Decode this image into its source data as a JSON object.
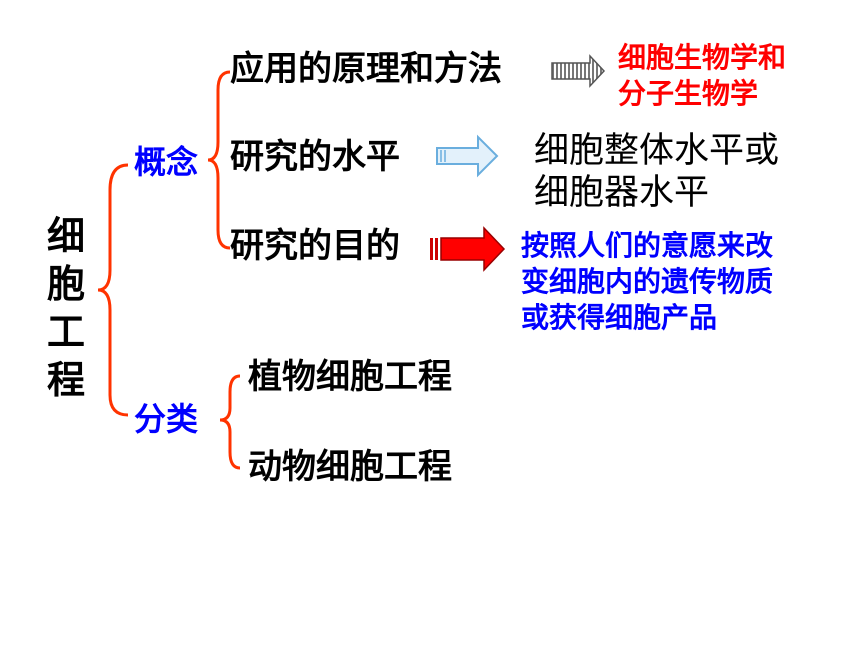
{
  "root": {
    "chars": [
      "细",
      "胞",
      "工",
      "程"
    ]
  },
  "branches": {
    "concept": {
      "label": "概念",
      "items": [
        {
          "label": "应用的原理和方法",
          "result": [
            "细胞生物学和",
            "分子生物学"
          ],
          "result_color": "#ff0000",
          "arrow": "striped-gray"
        },
        {
          "label": "研究的水平",
          "result": [
            "细胞整体水平或",
            "细胞器水平"
          ],
          "result_color": "#000000",
          "arrow": "outline-lightblue"
        },
        {
          "label": "研究的目的",
          "result": [
            "按照人们的意愿来改",
            "变细胞内的遗传物质",
            "或获得细胞产品"
          ],
          "result_color": "#0000ff",
          "arrow": "filled-red"
        }
      ]
    },
    "classification": {
      "label": "分类",
      "items": [
        {
          "label": "植物细胞工程"
        },
        {
          "label": "动物细胞工程"
        }
      ]
    }
  },
  "colors": {
    "bracket": "#ff3300",
    "branch_label": "#0000ff",
    "item_text": "#000000"
  }
}
